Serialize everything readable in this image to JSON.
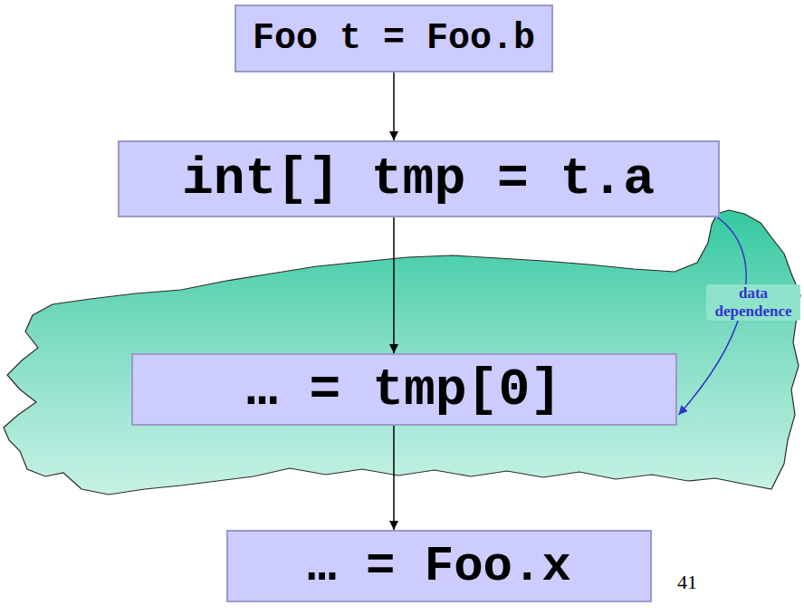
{
  "diagram": {
    "nodes": [
      {
        "text": [
          "Foo t = Foo.b"
        ]
      },
      {
        "text": [
          "int[] tmp = t.a"
        ]
      },
      {
        "text": [
          "… = tmp[0]"
        ]
      },
      {
        "text": [
          "… = Foo.x"
        ]
      }
    ],
    "edges": [
      {
        "from": 0,
        "to": 1,
        "arrow": "to"
      },
      {
        "from": 1,
        "to": 2,
        "arrow": "to"
      },
      {
        "from": 2,
        "to": 3,
        "arrow": "to"
      },
      {
        "from": 1,
        "to": 2,
        "label": "data dependence",
        "arrow": "to"
      }
    ],
    "labels": [
      "41"
    ]
  }
}
